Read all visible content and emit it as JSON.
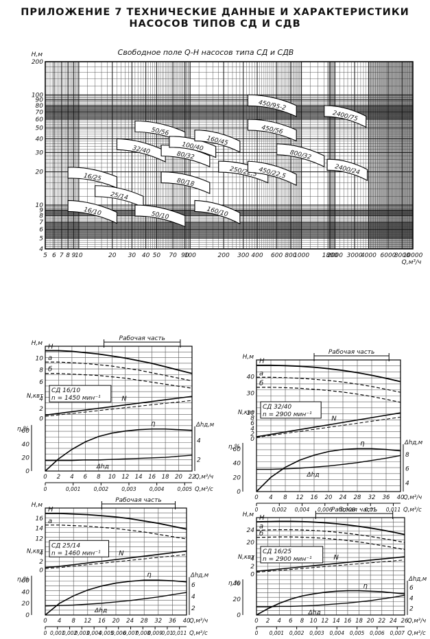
{
  "header": {
    "line1": "ПРИЛОЖЕНИЕ 7  ТЕХНИЧЕСКИЕ ДАННЫЕ И ХАРАКТЕРИСТИКИ",
    "line2": "НАСОСОВ ТИПОВ СД И СДВ"
  },
  "chart_data": [
    {
      "type": "line",
      "title": "Свободное поле Q-H насосов типа СД и СДВ",
      "ylabel": "Н,м",
      "xlabel": "Q,м³/ч",
      "xscale": "log",
      "yscale": "log",
      "xlim": [
        5,
        10000
      ],
      "ylim": [
        4,
        200
      ],
      "x_ticks": [
        "5",
        "6",
        "7",
        "8",
        "9",
        "10",
        "20",
        "30",
        "40",
        "50",
        "70",
        "90",
        "100",
        "200",
        "300",
        "400",
        "600",
        "800",
        "1000",
        "1800",
        "2000",
        "3000",
        "4000",
        "6000",
        "8000",
        "10000"
      ],
      "x_tick_values": [
        5,
        6,
        7,
        8,
        9,
        10,
        20,
        30,
        40,
        50,
        70,
        90,
        100,
        200,
        300,
        400,
        600,
        800,
        1000,
        1800,
        2000,
        3000,
        4000,
        6000,
        8000,
        10000
      ],
      "y_ticks": [
        "4",
        "5",
        "6",
        "7",
        "8",
        "9",
        "10",
        "20",
        "30",
        "40",
        "50",
        "60",
        "70",
        "80",
        "90",
        "100",
        "200"
      ],
      "y_tick_values": [
        4,
        5,
        6,
        7,
        8,
        9,
        10,
        20,
        30,
        40,
        50,
        60,
        70,
        80,
        90,
        100,
        200
      ],
      "fields": [
        {
          "label": "16/10",
          "q": [
            8,
            22
          ],
          "h": [
            11,
            8.6
          ]
        },
        {
          "label": "25/14",
          "q": [
            14,
            38
          ],
          "h": [
            15,
            12
          ]
        },
        {
          "label": "16/25",
          "q": [
            8,
            22
          ],
          "h": [
            22,
            18
          ]
        },
        {
          "label": "32/40",
          "q": [
            22,
            60
          ],
          "h": [
            40,
            31
          ]
        },
        {
          "label": "50/56",
          "q": [
            32,
            90
          ],
          "h": [
            58,
            46
          ]
        },
        {
          "label": "50/10",
          "q": [
            32,
            90
          ],
          "h": [
            10,
            8
          ]
        },
        {
          "label": "80/18",
          "q": [
            55,
            150
          ],
          "h": [
            20,
            16
          ]
        },
        {
          "label": "80/32",
          "q": [
            55,
            150
          ],
          "h": [
            35,
            28
          ]
        },
        {
          "label": "100/40",
          "q": [
            65,
            170
          ],
          "h": [
            42,
            34
          ]
        },
        {
          "label": "160/45",
          "q": [
            110,
            280
          ],
          "h": [
            48,
            38
          ]
        },
        {
          "label": "160/10",
          "q": [
            110,
            280
          ],
          "h": [
            11,
            8.5
          ]
        },
        {
          "label": "250/22,5",
          "q": [
            180,
            500
          ],
          "h": [
            25,
            20
          ]
        },
        {
          "label": "450/22,5",
          "q": [
            330,
            900
          ],
          "h": [
            25,
            19
          ]
        },
        {
          "label": "450/56",
          "q": [
            330,
            900
          ],
          "h": [
            60,
            48
          ]
        },
        {
          "label": "450/95-2",
          "q": [
            330,
            900
          ],
          "h": [
            100,
            80
          ]
        },
        {
          "label": "800/32",
          "q": [
            600,
            1600
          ],
          "h": [
            36,
            28
          ]
        },
        {
          "label": "2400/75",
          "q": [
            1600,
            3800
          ],
          "h": [
            80,
            64
          ]
        },
        {
          "label": "2400/24",
          "q": [
            1700,
            3900
          ],
          "h": [
            26,
            21
          ]
        }
      ]
    },
    {
      "type": "line",
      "title": "СД 16/10",
      "subtitle": "n = 1450 мин⁻¹",
      "section_label": "Рабочая часть",
      "xlabel": "Q,м³/ч",
      "xlabel2": "Q,м³/с",
      "ylabel_h": "Н,м",
      "ylabel_n": "N,квт",
      "ylabel_eta": "η,%",
      "ylabel_dh": "Δhд,м",
      "x": [
        0,
        2,
        4,
        6,
        8,
        10,
        12,
        14,
        16,
        18,
        20,
        22
      ],
      "x_ticks": [
        "0",
        "2",
        "4",
        "6",
        "8",
        "10",
        "12",
        "14",
        "16",
        "18",
        "20",
        "22"
      ],
      "x2_ticks": [
        "0",
        "0,001",
        "0,002",
        "0,003",
        "0,004",
        "0,005"
      ],
      "h_ticks": [
        "6",
        "8",
        "10"
      ],
      "n_ticks": [
        "0",
        "2",
        "4"
      ],
      "eta_ticks": [
        "0",
        "20",
        "40",
        "60"
      ],
      "dh_ticks": [
        "2",
        "4"
      ],
      "series": [
        {
          "name": "H",
          "values": [
            11,
            11,
            10.9,
            10.7,
            10.5,
            10.2,
            9.9,
            9.5,
            9.1,
            8.6,
            8.1,
            7.6
          ]
        },
        {
          "name": "а",
          "values": [
            9.3,
            9.3,
            9.2,
            9.1,
            8.9,
            8.7,
            8.4,
            8.1,
            7.7,
            7.3,
            6.9,
            6.5
          ]
        },
        {
          "name": "б",
          "values": [
            7.6,
            7.6,
            7.5,
            7.4,
            7.3,
            7.1,
            6.9,
            6.6,
            6.3,
            6.0,
            5.7,
            5.4
          ]
        },
        {
          "name": "N",
          "values": [
            1.0,
            1.2,
            1.4,
            1.6,
            1.8,
            2.0,
            2.2,
            2.4,
            2.6,
            2.8,
            3.0,
            3.2
          ]
        },
        {
          "name": "η",
          "values": [
            0,
            18,
            32,
            43,
            51,
            56,
            59,
            61,
            62,
            62,
            61,
            60
          ]
        },
        {
          "name": "Δhд",
          "values": [
            2.0,
            2.0,
            2.0,
            2.1,
            2.1,
            2.2,
            2.3,
            2.4,
            2.5,
            2.6,
            2.8,
            3.0
          ]
        }
      ]
    },
    {
      "type": "line",
      "title": "СД 32/40",
      "subtitle": "n = 2900 мин⁻¹",
      "section_label": "Рабочая часть",
      "xlabel": "Q,м³/ч",
      "xlabel2": "Q,м³/с",
      "ylabel_h": "Н,м",
      "ylabel_n": "N,квт",
      "ylabel_eta": "η,%",
      "ylabel_dh": "Δhд,м",
      "x": [
        0,
        4,
        8,
        12,
        16,
        20,
        24,
        28,
        32,
        36,
        40
      ],
      "x_ticks": [
        "0",
        "4",
        "8",
        "12",
        "16",
        "20",
        "24",
        "28",
        "32",
        "36",
        "40"
      ],
      "x2_ticks": [
        "0",
        "0,002",
        "0,004",
        "0,006",
        "0,008",
        "0,01",
        "0,011"
      ],
      "h_ticks": [
        "30",
        "40"
      ],
      "n_ticks": [
        "0",
        "2",
        "4",
        "6",
        "8",
        "10"
      ],
      "eta_ticks": [
        "0",
        "20",
        "40",
        "60"
      ],
      "dh_ticks": [
        "4",
        "6",
        "8"
      ],
      "series": [
        {
          "name": "H",
          "values": [
            44,
            44,
            43.8,
            43.5,
            43,
            42.3,
            41.4,
            40.3,
            39,
            37.5,
            35.8
          ]
        },
        {
          "name": "а",
          "values": [
            38,
            38,
            37.8,
            37.5,
            37,
            36.4,
            35.6,
            34.6,
            33.4,
            32,
            30.5
          ]
        },
        {
          "name": "б",
          "values": [
            33,
            33,
            32.8,
            32.5,
            32,
            31.4,
            30.6,
            29.6,
            28.4,
            27,
            25.5
          ]
        },
        {
          "name": "N",
          "values": [
            2,
            3,
            4,
            5,
            6,
            7,
            8,
            9,
            10,
            11,
            12
          ]
        },
        {
          "name": "η",
          "values": [
            0,
            20,
            34,
            44,
            51,
            56,
            59,
            60,
            60,
            59,
            57
          ]
        },
        {
          "name": "Δhд",
          "values": [
            4,
            4,
            4.1,
            4.2,
            4.4,
            4.6,
            4.9,
            5.2,
            5.6,
            6.0,
            6.5
          ]
        }
      ]
    },
    {
      "type": "line",
      "title": "СД 25/14",
      "subtitle": "n = 1460 мин⁻¹",
      "section_label": "Рабочая часть",
      "xlabel": "Q,м³/ч",
      "xlabel2": "Q,м³/с",
      "ylabel_h": "Н,м",
      "ylabel_n": "N,квт",
      "ylabel_eta": "η,%",
      "ylabel_dh": "Δhд,м",
      "x": [
        0,
        4,
        8,
        12,
        16,
        20,
        24,
        28,
        32,
        36,
        40
      ],
      "x_ticks": [
        "0",
        "4",
        "8",
        "12",
        "16",
        "20",
        "24",
        "28",
        "32",
        "36",
        "40"
      ],
      "x2_ticks": [
        "0",
        "0,001",
        "0,002",
        "0,003",
        "0,004",
        "0,005",
        "0,006",
        "0,007",
        "0,008",
        "0,009",
        "0,01",
        "0,011"
      ],
      "h_ticks": [
        "12",
        "14",
        "16"
      ],
      "n_ticks": [
        "0",
        "2",
        "4"
      ],
      "eta_ticks": [
        "0",
        "20",
        "40",
        "60"
      ],
      "dh_ticks": [
        "2",
        "4",
        "6"
      ],
      "series": [
        {
          "name": "H",
          "values": [
            15.6,
            15.6,
            15.5,
            15.4,
            15.2,
            15.0,
            14.7,
            14.3,
            13.9,
            13.4,
            12.9
          ]
        },
        {
          "name": "а",
          "values": [
            13.6,
            13.6,
            13.5,
            13.4,
            13.2,
            13.0,
            12.7,
            12.4,
            12.0,
            11.6,
            11.2
          ]
        },
        {
          "name": "N",
          "values": [
            1.2,
            1.4,
            1.7,
            2.0,
            2.3,
            2.6,
            2.9,
            3.2,
            3.5,
            3.8,
            4.1
          ]
        },
        {
          "name": "η",
          "values": [
            0,
            20,
            33,
            43,
            50,
            55,
            58,
            60,
            60,
            59,
            57
          ]
        },
        {
          "name": "Δhд",
          "values": [
            2.0,
            2.1,
            2.2,
            2.4,
            2.6,
            2.9,
            3.2,
            3.6,
            4.0,
            4.5,
            5.0
          ]
        }
      ]
    },
    {
      "type": "line",
      "title": "СД 16/25",
      "subtitle": "n = 2900 мин⁻¹",
      "section_label": "Рабочая часть",
      "xlabel": "Q,м³/ч",
      "xlabel2": "Q,м³/с",
      "ylabel_h": "Н,м",
      "ylabel_n": "N,квт",
      "ylabel_eta": "η,%",
      "ylabel_dh": "Δhд,м",
      "x": [
        0,
        2,
        4,
        6,
        8,
        10,
        12,
        14,
        16,
        18,
        20,
        22,
        24,
        26
      ],
      "x_ticks": [
        "0",
        "2",
        "4",
        "6",
        "8",
        "10",
        "12",
        "14",
        "16",
        "18",
        "20",
        "22",
        "24",
        "26"
      ],
      "x2_ticks": [
        "0",
        "0,001",
        "0,002",
        "0,003",
        "0,004",
        "0,005",
        "0,006",
        "0,007"
      ],
      "h_ticks": [
        "20",
        "24"
      ],
      "n_ticks": [
        "0",
        "2",
        "4"
      ],
      "eta_ticks": [
        "0",
        "20",
        "40"
      ],
      "dh_ticks": [
        "2",
        "4",
        "6"
      ],
      "series": [
        {
          "name": "H",
          "values": [
            25.5,
            25.6,
            25.7,
            25.7,
            25.6,
            25.4,
            25.1,
            24.7,
            24.2,
            23.6,
            22.9,
            22.1,
            21.2,
            20.2
          ]
        },
        {
          "name": "а",
          "values": [
            22,
            22.1,
            22.2,
            22.2,
            22.1,
            21.9,
            21.6,
            21.2,
            20.7,
            20.1,
            19.4,
            18.6,
            17.8,
            16.9
          ]
        },
        {
          "name": "б",
          "values": [
            19,
            19.1,
            19.2,
            19.2,
            19.1,
            18.9,
            18.6,
            18.2,
            17.7,
            17.1,
            16.4,
            15.6,
            14.8,
            13.9
          ]
        },
        {
          "name": "N",
          "values": [
            1.2,
            1.4,
            1.6,
            1.8,
            2.0,
            2.2,
            2.4,
            2.6,
            2.8,
            3.0,
            3.2,
            3.4,
            3.6,
            3.8
          ]
        },
        {
          "name": "η",
          "values": [
            0,
            12,
            22,
            30,
            36,
            40,
            43,
            45,
            46,
            46,
            45,
            44,
            42,
            40
          ]
        },
        {
          "name": "Δhд",
          "values": [
            2.0,
            2.0,
            2.1,
            2.1,
            2.2,
            2.3,
            2.5,
            2.7,
            2.9,
            3.2,
            3.5,
            3.9,
            4.3,
            4.8
          ]
        }
      ]
    }
  ]
}
